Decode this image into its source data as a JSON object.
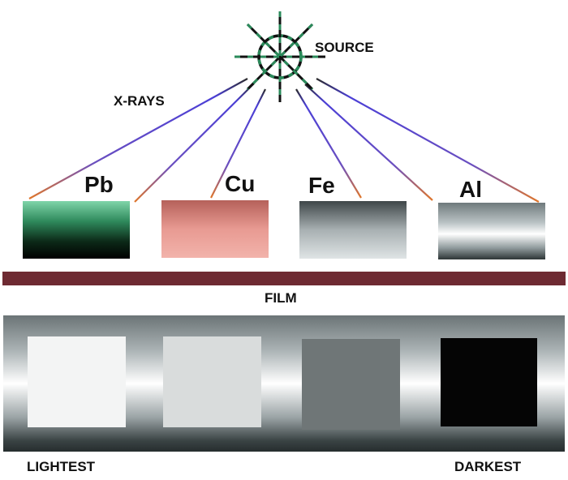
{
  "source_label": "SOURCE",
  "xrays_label": "X-RAYS",
  "film_label": "FILM",
  "lightest_label": "LIGHTEST",
  "darkest_label": "DARKEST",
  "materials": [
    {
      "symbol": "Pb",
      "color": "#1f7a50"
    },
    {
      "symbol": "Cu",
      "color": "#e3978f"
    },
    {
      "symbol": "Fe",
      "color": "#9ea5a7"
    },
    {
      "symbol": "Al",
      "color": "#c5ccce"
    }
  ],
  "film_exposures": [
    "lightest",
    "light",
    "medium",
    "darkest"
  ],
  "colors": {
    "ray_blue": "#4b3fd6",
    "ray_orange": "#e0762a",
    "ray_yellow": "#d9c522",
    "film_bar": "#6e2a32",
    "source_green": "#2a8a5a"
  }
}
